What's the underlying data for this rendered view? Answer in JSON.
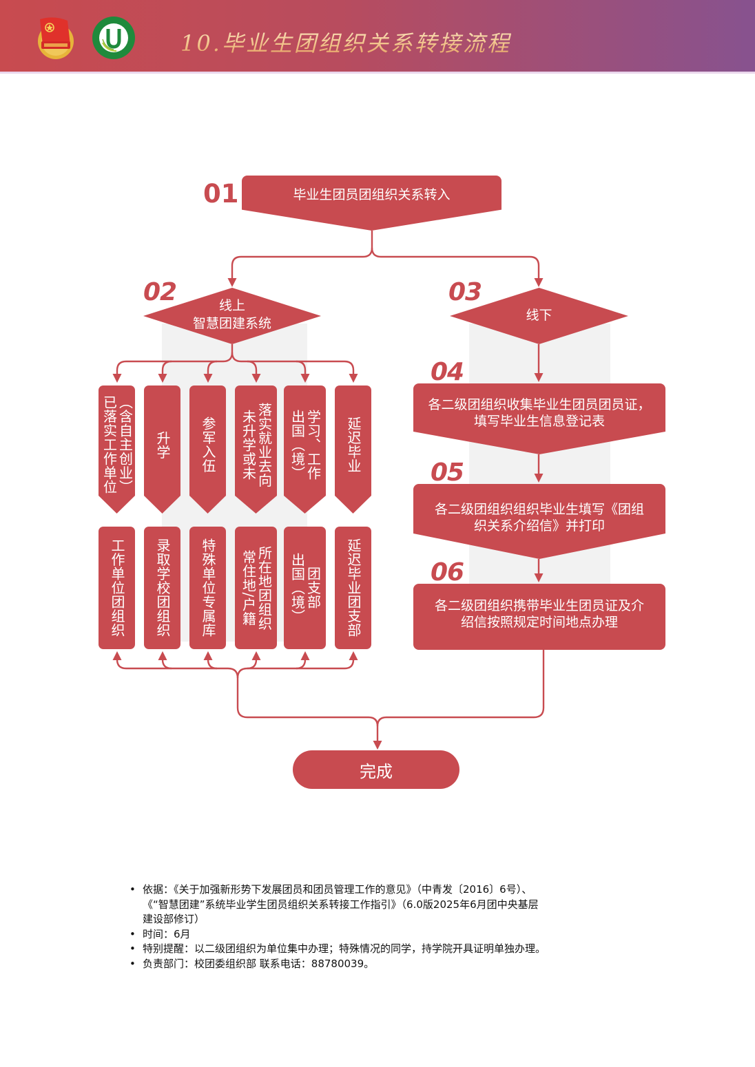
{
  "header": {
    "title": "10.毕业生团组织关系转接流程",
    "logos": [
      "communist-youth-league-emblem",
      "jiangsu-university-logo"
    ]
  },
  "flow": {
    "step01": {
      "num": "01",
      "text": "毕业生团员团组织关系转入"
    },
    "step02": {
      "num": "02",
      "line1": "线上",
      "line2": "智慧团建系统"
    },
    "step03": {
      "num": "03",
      "text": "线下"
    },
    "online_situations": [
      "（含自主创业）\n已落实工作单位",
      "升学",
      "参军入伍",
      "落实就业去向\n未升学或未",
      "学习、工作\n出国（境）",
      "延迟毕业"
    ],
    "online_targets": [
      "工作单位团组织",
      "录取学校团组织",
      "特殊单位专属库",
      "所在地团组织\n常住地/户籍",
      "团支部\n出国（境）",
      "延迟毕业团支部"
    ],
    "step04": {
      "num": "04",
      "line1": "各二级团组织收集毕业生团员团员证，",
      "line2": "填写毕业生信息登记表"
    },
    "step05": {
      "num": "05",
      "line1": "各二级团组织组织毕业生填写《团组",
      "line2": "织关系介绍信》并打印"
    },
    "step06": {
      "num": "06",
      "line1": "各二级团组织携带毕业生团员证及介",
      "line2": "绍信按照规定时间地点办理"
    },
    "finish": "完成"
  },
  "notes": {
    "bullet": "•",
    "items": [
      "依据：《关于加强新形势下发展团员和团员管理工作的意见》（中青发〔2016〕6号）、\n《“智慧团建”系统毕业学生团员组织关系转接工作指引》（6.0版2025年6月团中央基层\n建设部修订）",
      "时间：6月",
      "特别提醒：以二级团组织为单位集中办理；特殊情况的同学，持学院开具证明单独办理。",
      "负责部门：校团委组织部 联系电话：88780039。"
    ]
  },
  "colors": {
    "primary": "#c84b50",
    "band": "#f2f2f2",
    "header_start": "#c84b4f",
    "header_end": "#87528f"
  }
}
